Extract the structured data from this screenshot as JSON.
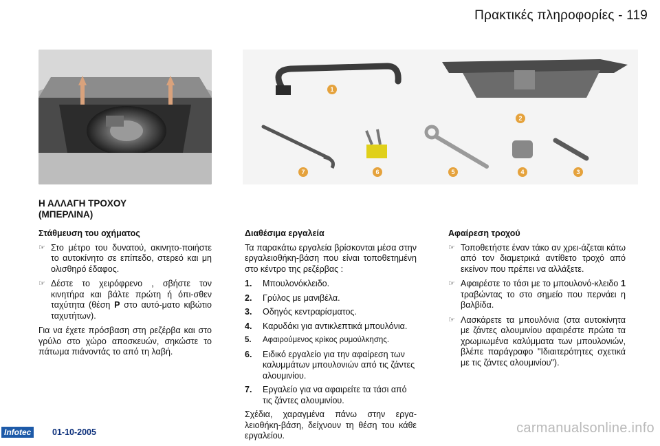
{
  "page": {
    "header": "Πρακτικές πληροφορίες - 119",
    "section_title": "Η ΑΛΛΑΓΗ ΤΡΟΧΟΥ\n(ΜΠΕΡΛΙΝΑ)"
  },
  "tool_labels": [
    "1",
    "2",
    "3",
    "4",
    "5",
    "6",
    "7"
  ],
  "col1": {
    "heading": "Στάθμευση του οχήματος",
    "bullets": [
      "Στο μέτρο του δυνατού, ακινητο-ποιήστε το αυτοκίνητο σε επίπεδο, στερεό και μη ολισθηρό έδαφος.",
      "Δέστε το χειρόφρενο , σβήστε τον κινητήρα και βάλτε πρώτη ή όπι-σθεν ταχύτητα (θέση"
    ],
    "bullet2_bold": "P",
    "bullet2_end": "στο αυτό-ματο κιβώτιο ταχυτήτων).",
    "paragraph": "Για να έχετε πρόσβαση στη ρεζέρβα και στο γρύλο στο χώρο αποσκευών, σηκώστε το πάτωμα πιάνοντάς το από τη λαβή."
  },
  "col2": {
    "heading": "Διαθέσιμα εργαλεία",
    "intro": "Τα παρακάτω εργαλεία βρίσκονται μέσα στην εργαλειοθήκη-βάση που είναι τοποθετημένη στο κέντρο της ρεζέρβας :",
    "items": [
      {
        "n": "1.",
        "text": "Μπουλονόκλειδο."
      },
      {
        "n": "2.",
        "text": "Γρύλος με μανιβέλα."
      },
      {
        "n": "3.",
        "text": "Οδηγός κεντραρίσματος."
      },
      {
        "n": "4.",
        "text": "Καρυδάκι για αντικλεπτικά μπουλόνια."
      },
      {
        "n": "5.",
        "text": "Αφαιρούμενος κρίκος ρυμούλκησης."
      },
      {
        "n": "6.",
        "text": "Ειδικό εργαλείο για την αφαίρεση των καλυμμάτων μπουλονιών από τις ζάντες αλουμινίου."
      },
      {
        "n": "7.",
        "text": "Εργαλείο για να αφαιρείτε τα τάσι από τις ζάντες αλουμινίου."
      }
    ],
    "outro": "Σχέδια, χαραγμένα πάνω στην εργα-λειοθήκη-βάση, δείχνουν τη θέση του κάθε εργαλείου."
  },
  "col3": {
    "heading": "Αφαίρεση τροχού",
    "bullets": [
      "Τοποθετήστε έναν τάκο αν χρει-άζεται κάτω από τον διαμετρικά αντίθετο τροχό από εκείνον που πρέπει να αλλάξετε.",
      "Αφαιρέστε το τάσι με το μπουλονό-κλειδο",
      "Λασκάρετε τα μπουλόνια (στα αυτοκίνητα με ζάντες αλουμινίου αφαιρέστε πρώτα τα χρωμιωμένα καλύμματα των μπουλονιών, βλέπε παράγραφο \"Ιδιαιτερότητες σχετικά με τις ζάντες αλουμινίου\")."
    ],
    "bullet2_bold": "1",
    "bullet2_end": "τραβώντας το στο σημείο που περνάει η βαλβίδα."
  },
  "footer": {
    "logo": "Infotec",
    "date": "01-10-2005",
    "watermark": "carmanualsonline.info"
  }
}
